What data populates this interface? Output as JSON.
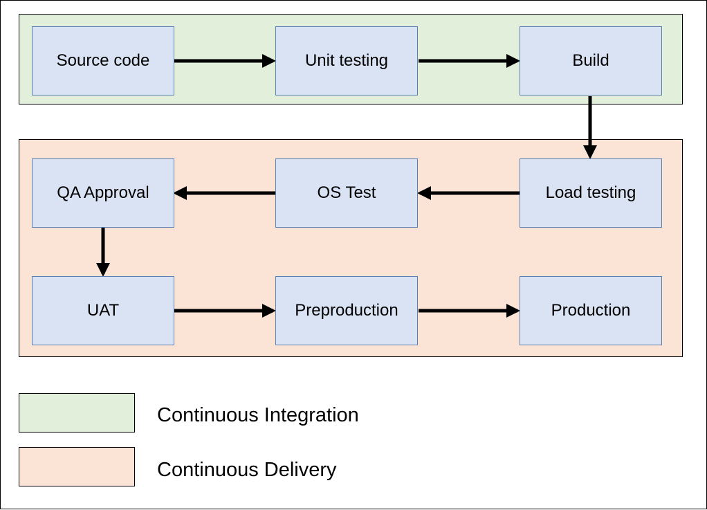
{
  "colors": {
    "ci_fill": "#e2efda",
    "cd_fill": "#fbe4d5",
    "node_fill": "#dae3f3",
    "node_border": "#5b7fb0",
    "arrow": "#000000"
  },
  "nodes": {
    "source_code": "Source code",
    "unit_testing": "Unit testing",
    "build": "Build",
    "qa_approval": "QA Approval",
    "os_test": "OS Test",
    "load_testing": "Load testing",
    "uat": "UAT",
    "preproduction": "Preproduction",
    "production": "Production"
  },
  "edges": [
    [
      "Source code",
      "Unit testing"
    ],
    [
      "Unit testing",
      "Build"
    ],
    [
      "Build",
      "Load testing"
    ],
    [
      "Load testing",
      "OS Test"
    ],
    [
      "OS Test",
      "QA Approval"
    ],
    [
      "QA Approval",
      "UAT"
    ],
    [
      "UAT",
      "Preproduction"
    ],
    [
      "Preproduction",
      "Production"
    ]
  ],
  "legend": {
    "ci_label": "Continuous Integration",
    "cd_label": "Continuous Delivery"
  }
}
